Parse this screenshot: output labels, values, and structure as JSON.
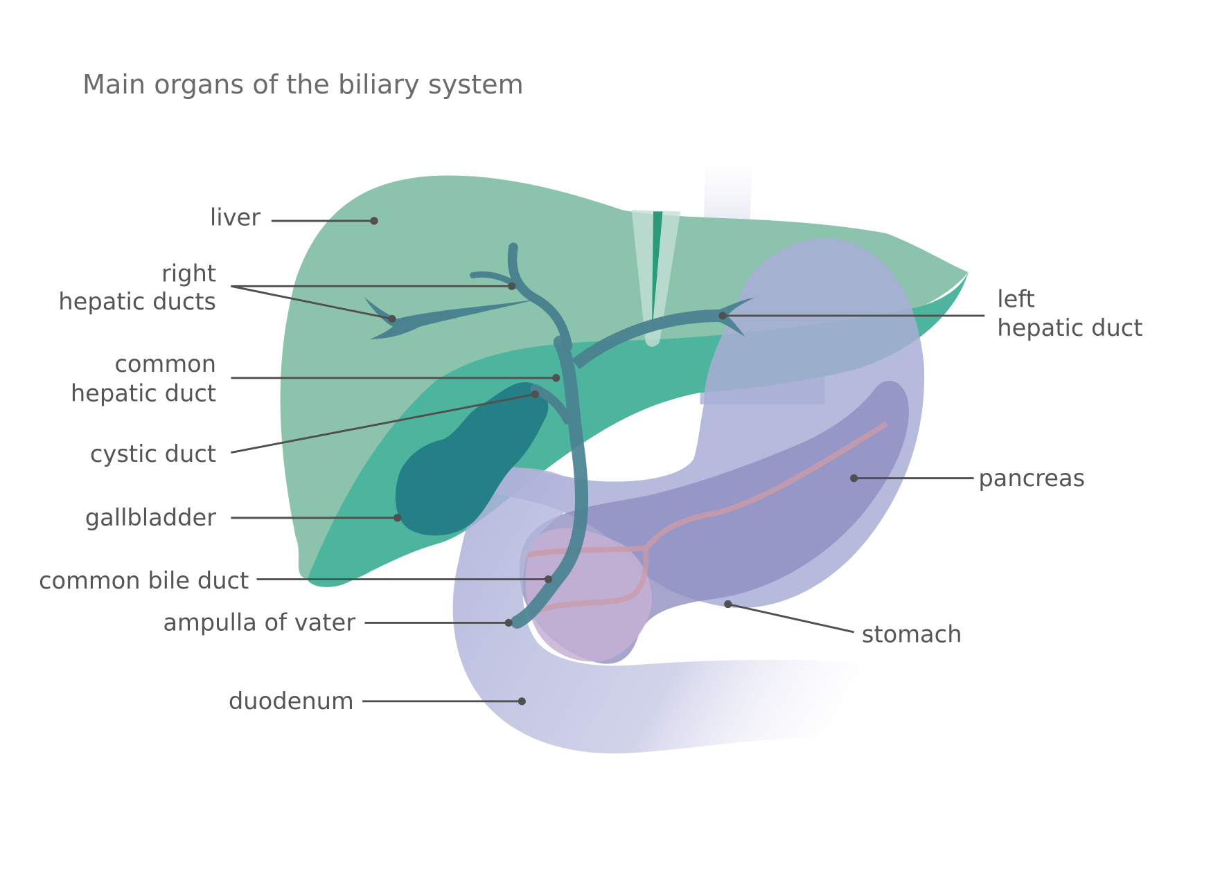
{
  "title": "Main organs of the biliary system",
  "colors": {
    "liver": "#8cc3ad",
    "liver_underside": "#4db59d",
    "ducts": "#4a8290",
    "gallbladder": "#257f86",
    "stomach": "#a9aed6",
    "pancreas": "#9596c4",
    "duodenum": "#b0b3d8",
    "pancreatic_duct": "#c99aa8",
    "leader_line": "#505050",
    "text": "#555555"
  },
  "labels": {
    "liver": [
      "liver"
    ],
    "right_hepatic_ducts": [
      "right",
      "hepatic ducts"
    ],
    "common_hepatic_duct": [
      "common",
      "hepatic duct"
    ],
    "cystic_duct": [
      "cystic duct"
    ],
    "gallbladder": [
      "gallbladder"
    ],
    "common_bile_duct": [
      "common bile duct"
    ],
    "ampulla_of_vater": [
      "ampulla of vater"
    ],
    "duodenum": [
      "duodenum"
    ],
    "left_hepatic_duct": [
      "left",
      "hepatic duct"
    ],
    "pancreas": [
      "pancreas"
    ],
    "stomach": [
      "stomach"
    ]
  }
}
